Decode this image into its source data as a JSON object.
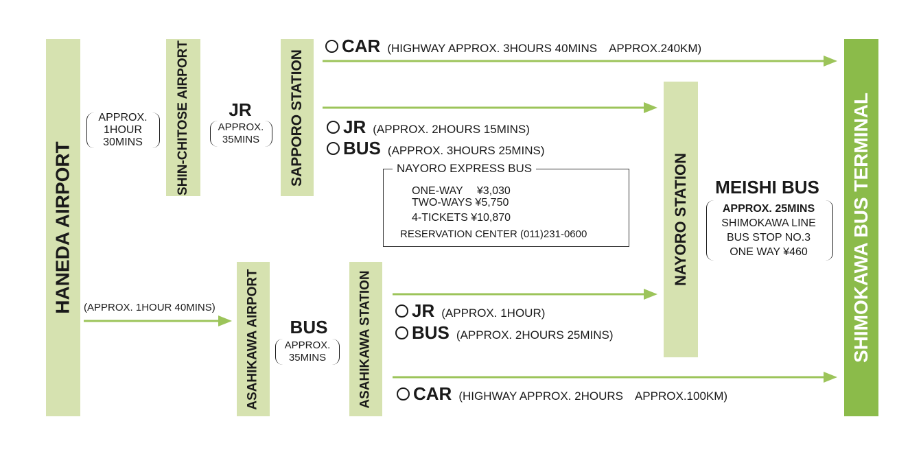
{
  "boxes": {
    "haneda": "HANEDA AIRPORT",
    "shin_chitose": "SHIN-CHITOSE AIRPORT",
    "sapporo": "SAPPORO STATION",
    "asahikawa_airport": "ASAHIKAWA AIRPORT",
    "asahikawa_station": "ASAHIKAWA STATION",
    "nayoro": "NAYORO STATION",
    "shimokawa": "SHIMOKAWA BUS TERMINAL"
  },
  "legs": {
    "haneda_chitose": [
      "APPROX.",
      "1HOUR",
      "30MINS"
    ],
    "chitose_sapporo_mode": "JR",
    "chitose_sapporo_time": [
      "APPROX.",
      "35MINS"
    ],
    "haneda_asahikawa": "(APPROX. 1HOUR 40MINS)",
    "asahikawa_mode": "BUS",
    "asahikawa_time": [
      "APPROX.",
      "35MINS"
    ]
  },
  "routes": {
    "sapporo_car_mode": "CAR",
    "sapporo_car_detail": "(HIGHWAY APPROX. 3HOURS 40MINS　APPROX.240KM)",
    "sapporo_jr_mode": "JR",
    "sapporo_jr_detail": "(APPROX. 2HOURS 15MINS)",
    "sapporo_bus_mode": "BUS",
    "sapporo_bus_detail": "(APPROX. 3HOURS 25MINS)",
    "asahikawa_jr_mode": "JR",
    "asahikawa_jr_detail": "(APPROX. 1HOUR)",
    "asahikawa_bus_mode": "BUS",
    "asahikawa_bus_detail": "(APPROX. 2HOURS 25MINS)",
    "asahikawa_car_mode": "CAR",
    "asahikawa_car_detail": "(HIGHWAY APPROX. 2HOURS　APPROX.100KM)"
  },
  "express": {
    "title": "NAYORO EXPRESS BUS",
    "lines": [
      "ONE-WAY　 ¥3,030",
      "TWO-WAYS  ¥5,750",
      "4-TICKETS  ¥10,870"
    ],
    "reservation": "RESERVATION CENTER (011)231-0600"
  },
  "meishi": {
    "title": "MEISHI BUS",
    "lines": [
      "APPROX. 25MINS",
      "SHIMOKAWA LINE",
      "BUS STOP NO.3",
      "ONE WAY ¥460"
    ]
  },
  "colors": {
    "box": "#d6e2b0",
    "terminal": "#8bbb4a",
    "arrow": "#9cc45a"
  }
}
